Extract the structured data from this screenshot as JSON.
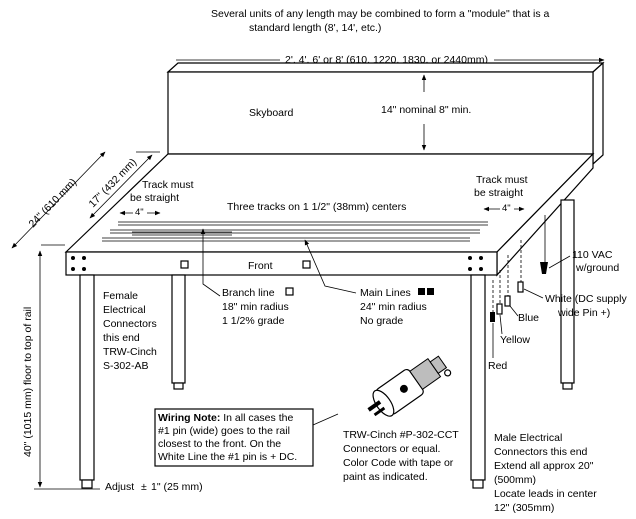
{
  "top_note": {
    "line1": "Several units of any length may be combined to form a \"module\" that is a",
    "line2": "standard length (8', 14', etc.)"
  },
  "dims": {
    "length": "2', 4', 6' or 8' (610, 1220, 1830, or 2440mm)",
    "skyboard_height": "14\" nominal  8\" min.",
    "depth_24": "24\" (610 mm)",
    "depth_17": "17\" (432 mm)",
    "floor_height": "40\" (1015 mm) floor to top of rail",
    "four_left": "4\"",
    "four_right": "4\""
  },
  "labels": {
    "skyboard": "Skyboard",
    "track_straight_left": [
      "Track must",
      "be straight"
    ],
    "track_straight_right": [
      "Track must",
      "be straight"
    ],
    "three_tracks": "Three tracks on 1 1/2\" (38mm) centers",
    "front": "Front",
    "branch_line": [
      "Branch line",
      "18\" min radius",
      "1 1/2% grade"
    ],
    "main_lines": [
      "Main Lines",
      "24\" min radius",
      "No grade"
    ],
    "female_connectors": [
      "Female",
      "Electrical",
      "Connectors",
      "this end",
      "TRW-Cinch",
      "S-302-AB"
    ],
    "vac": [
      "110 VAC",
      "w/ground"
    ],
    "white_wire": [
      "White (DC supply",
      "wide Pin +)"
    ],
    "blue": "Blue",
    "yellow": "Yellow",
    "red": "Red",
    "wiring_note_title": "Wiring Note:",
    "wiring_note": [
      " In all cases the",
      "#1 pin (wide) goes to the rail",
      "closest to the front. On the",
      "White Line the #1 pin is + DC."
    ],
    "trw_connector": [
      "TRW-Cinch #P-302-CCT",
      "Connectors or equal.",
      "Color Code with tape or",
      "paint as indicated."
    ],
    "male_connectors": [
      "Male Electrical",
      "Connectors this end",
      "Extend all approx 20\"",
      "(500mm)",
      "Locate leads in center",
      "12\" (305mm)"
    ],
    "adjust": "Adjust",
    "adjust_value": "1\" (25 mm)"
  }
}
